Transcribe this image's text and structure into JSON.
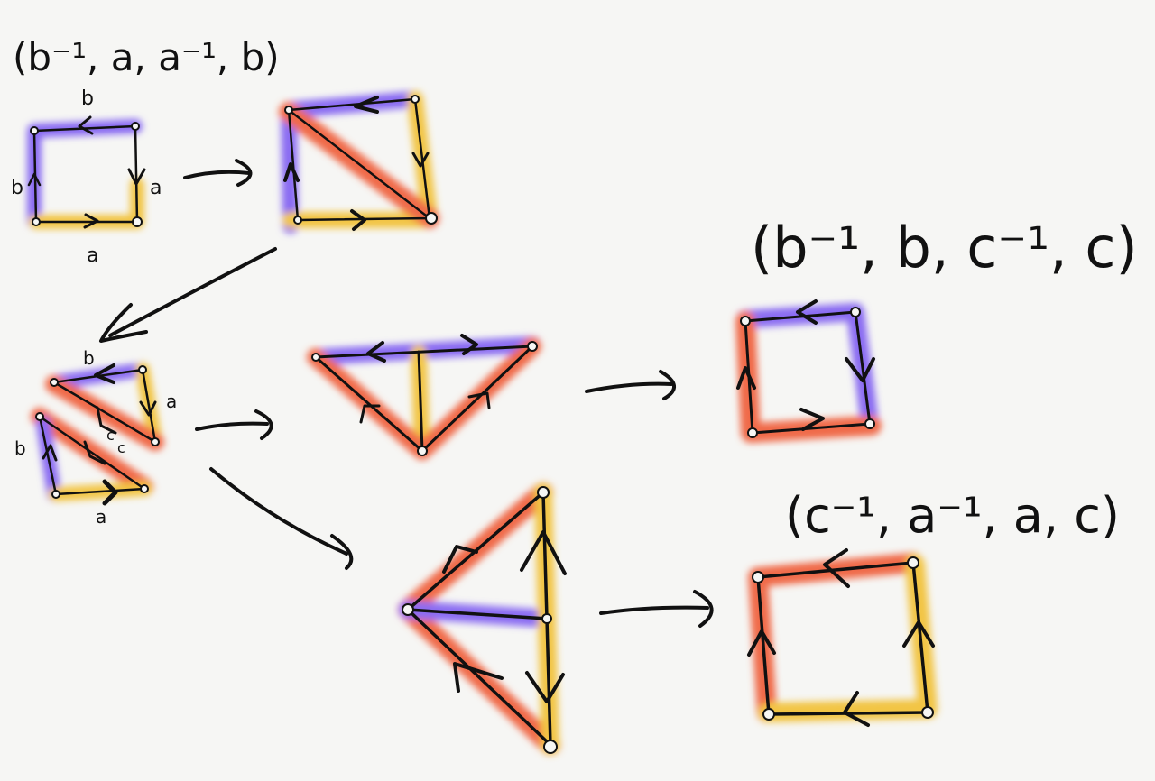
{
  "colors": {
    "purple": "#8a6cf2",
    "yellow": "#f2c544",
    "red": "#f06a4a",
    "ink": "#111111",
    "paper": "#f6f6f4"
  },
  "labels": {
    "word_top_left": "(b⁻¹, a, a⁻¹, b)",
    "word_top_right": "(b⁻¹, b, c⁻¹, c)",
    "word_bottom_right": "(c⁻¹, a⁻¹, a, c)",
    "sq1_top": "b",
    "sq1_left": "b",
    "sq1_right": "a",
    "sq1_bottom": "a",
    "cut_top": "b",
    "cut_right": "a",
    "cut_left": "b",
    "cut_bottom": "a",
    "cut_mid_c1": "c",
    "cut_mid_c2": "c"
  }
}
